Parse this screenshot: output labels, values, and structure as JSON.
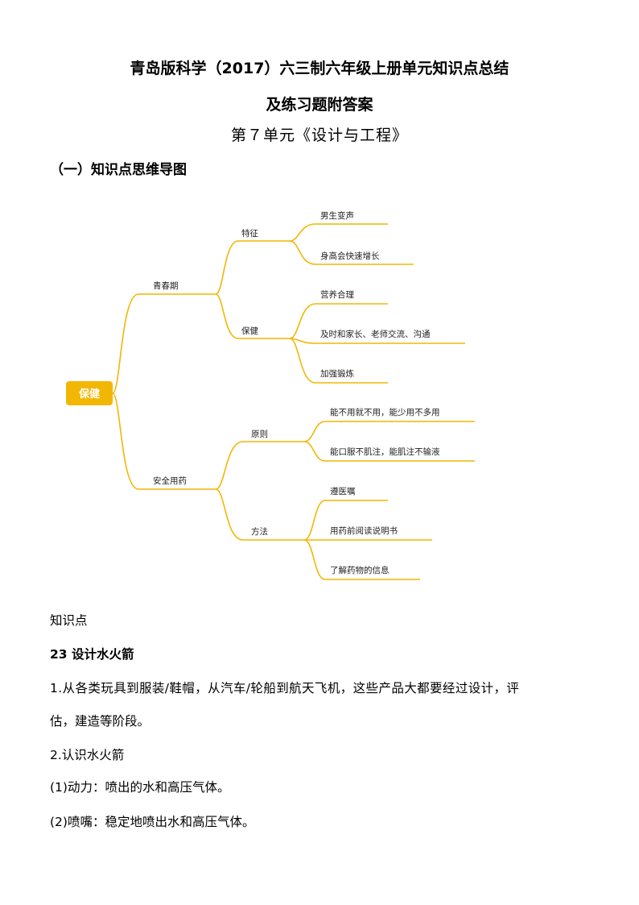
{
  "header": {
    "title_line1": "青岛版科学（2017）六三制六年级上册单元知识点总结",
    "title_line2": "及练习题附答案",
    "unit_title": "第７单元《设计与工程》"
  },
  "section_heading": "（一）知识点思维导图",
  "mindmap": {
    "root": "保健",
    "branch1": {
      "label": "青春期",
      "sub1": {
        "label": "特征",
        "leaves": [
          "男生变声",
          "身高会快速增长"
        ]
      },
      "sub2": {
        "label": "保健",
        "leaves": [
          "营养合理",
          "及时和家长、老师交流、沟通",
          "加强锻炼"
        ]
      }
    },
    "branch2": {
      "label": "安全用药",
      "sub1": {
        "label": "原则",
        "leaves": [
          "能不用就不用，能少用不多用",
          "能口服不肌注，能肌注不输液"
        ]
      },
      "sub2": {
        "label": "方法",
        "leaves": [
          "遵医嘱",
          "用药前阅读说明书",
          "了解药物的信息"
        ]
      }
    },
    "line_color": "#F2B705",
    "root_color": "#F2B705"
  },
  "body": {
    "knowledge_label": "知识点",
    "lesson_heading": "23 设计水火箭",
    "p1_line1": "1.从各类玩具到服装/鞋帽，从汽车/轮船到航天飞机，这些产品大都要经过设计，评",
    "p1_line2": "估，建造等阶段。",
    "p2": "2.认识水火箭",
    "p3": "(1)动力：喷出的水和高压气体。",
    "p4": "(2)喷嘴：稳定地喷出水和高压气体。"
  }
}
